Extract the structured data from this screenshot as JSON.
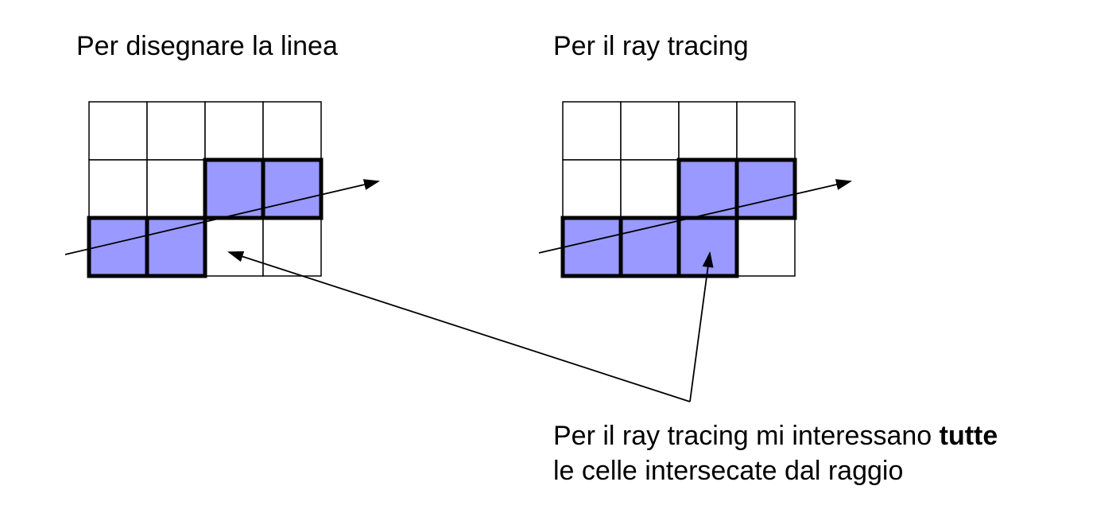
{
  "panels": [
    {
      "title": "Per disegnare la linea",
      "grid": {
        "rows": 3,
        "cols": 4,
        "highlighted": [
          [
            1,
            2
          ],
          [
            1,
            3
          ],
          [
            2,
            0
          ],
          [
            2,
            1
          ]
        ]
      }
    },
    {
      "title": "Per il ray tracing",
      "grid": {
        "rows": 3,
        "cols": 4,
        "highlighted": [
          [
            1,
            2
          ],
          [
            1,
            3
          ],
          [
            2,
            0
          ],
          [
            2,
            1
          ],
          [
            2,
            2
          ]
        ]
      }
    }
  ],
  "caption": {
    "line1_before": "Per il ray tracing mi interessano ",
    "line1_bold": "tutte",
    "line2": "le celle intersecate dal raggio"
  },
  "colors": {
    "highlight_fill": "#9999ff",
    "line": "#000000",
    "background": "#ffffff"
  }
}
